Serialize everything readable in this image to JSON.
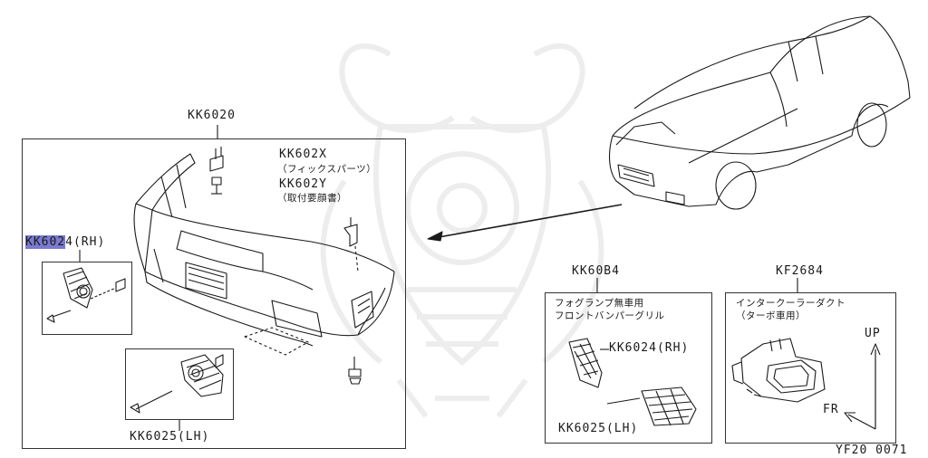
{
  "main_assembly": {
    "part_number": "KK6020",
    "kit_number": "KK602X",
    "kit_desc": "（フィックスパーツ）",
    "required_number": "KK602Y",
    "required_desc": "（取付要顔書）",
    "grille_rh_prefix": "KK602",
    "grille_rh_rest": "4(RH)",
    "grille_lh": "KK6025(LH)"
  },
  "fog_panel": {
    "part_number": "KK60B4",
    "title_line1": "フォグランプ無車用",
    "title_line2": "フロントバンパーグリル",
    "rh": "KK6024(RH)",
    "lh": "KK6025(LH)"
  },
  "duct_panel": {
    "part_number": "KF2684",
    "title_line1": "インタークーラーダクト",
    "title_line2": "（ターボ車用）",
    "up_label": "UP",
    "fr_label": "FR"
  },
  "footer": {
    "code": "YF20 0071"
  },
  "colors": {
    "highlight": "#7a7ad0",
    "line": "#1a1a1a",
    "watermark": "#ececec"
  }
}
